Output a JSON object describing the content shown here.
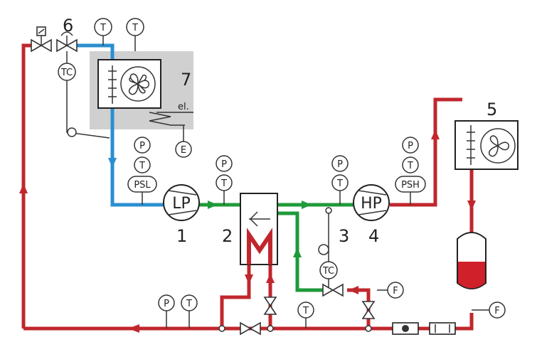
{
  "colors": {
    "hot_line": "#c0272d",
    "cold_line": "#2a8fd0",
    "mid_line": "#1f9a3a",
    "evaporator_box": "#d0d0d0"
  },
  "components": {
    "c1": "1",
    "c2": "2",
    "c3": "3",
    "c4": "4",
    "c5": "5",
    "c6": "6",
    "c7": "7"
  },
  "devices": {
    "lp_pump": "LP",
    "hp_pump": "HP",
    "electric_label": "el."
  },
  "instruments": {
    "T": "T",
    "P": "P",
    "TC": "TC",
    "PSL": "PSL",
    "PSH": "PSH",
    "F": "F",
    "E": "E"
  }
}
